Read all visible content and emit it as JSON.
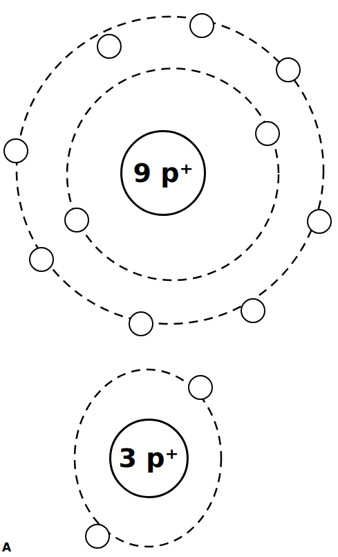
{
  "diagram": {
    "nodes": [
      {
        "text": [
          "9 p⁺"
        ]
      },
      {
        "text": [
          "3 p⁺"
        ]
      }
    ],
    "edges": [],
    "labels": [
      "A"
    ]
  }
}
